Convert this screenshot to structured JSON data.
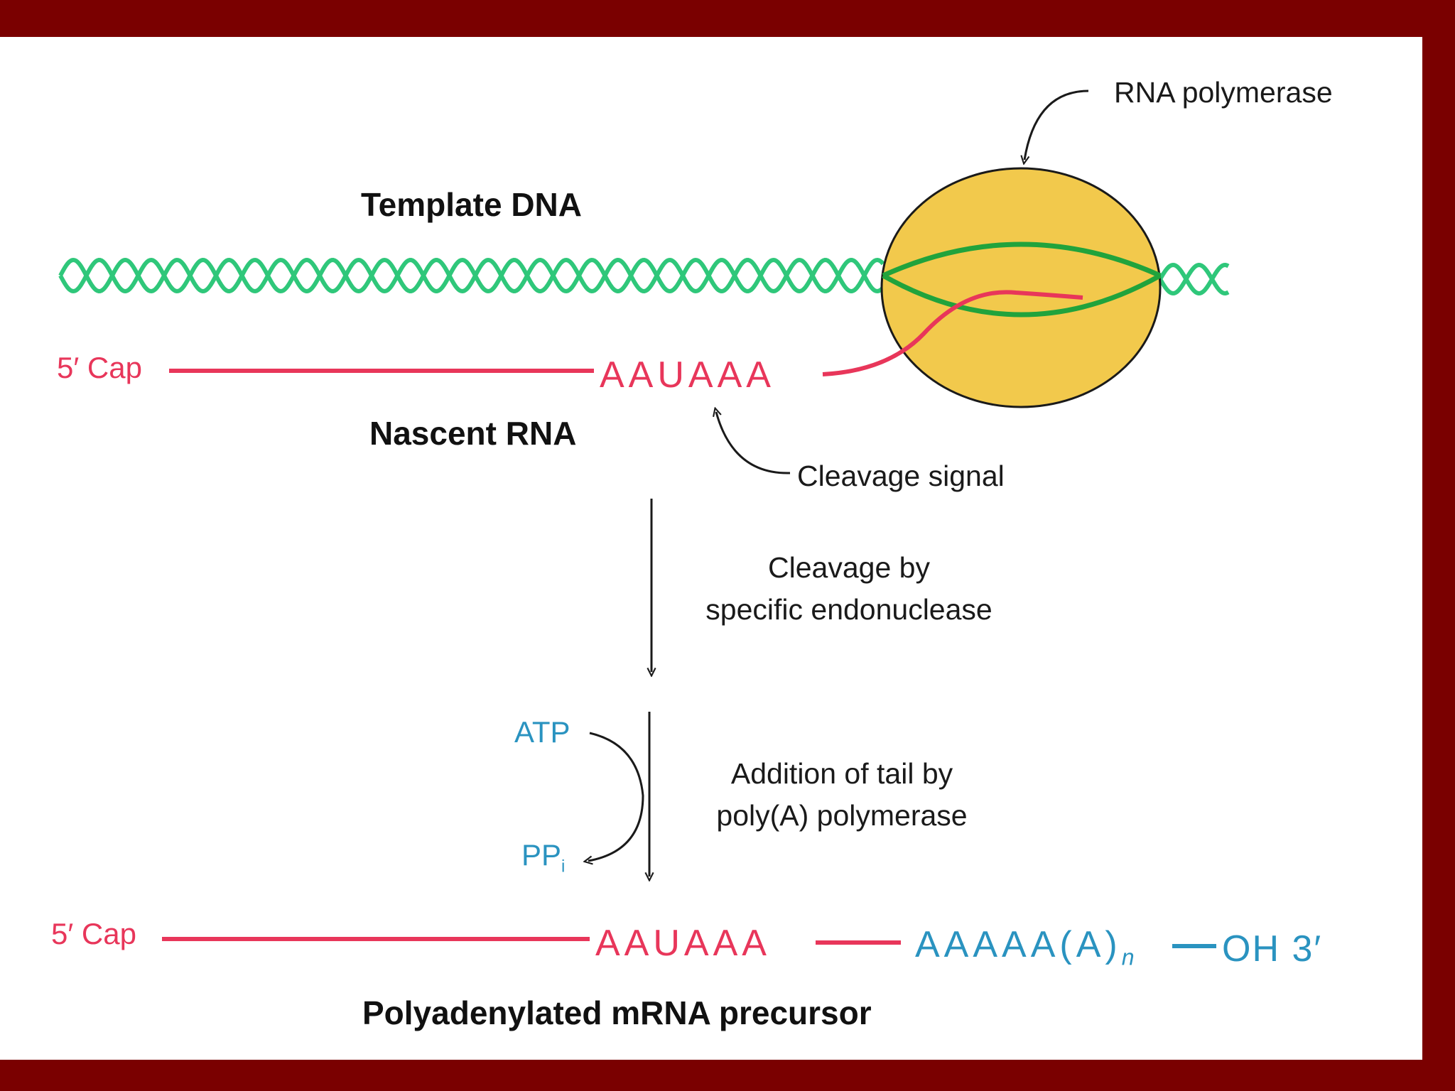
{
  "colors": {
    "frame": "#7a0000",
    "panel": "#ffffff",
    "dna": "#2fc77a",
    "rna": "#e8365a",
    "tail": "#2a93c0",
    "polymerase_fill": "#f2c94c",
    "polymerase_strand": "#21a33c",
    "text": "#1a1a1a"
  },
  "labels": {
    "rna_polymerase": "RNA polymerase",
    "template_dna": "Template DNA",
    "cap_top": "5′ Cap",
    "signal_top": "AAUAAA",
    "nascent_rna": "Nascent RNA",
    "cleavage_signal": "Cleavage signal",
    "step1_line1": "Cleavage by",
    "step1_line2": "specific endonuclease",
    "atp": "ATP",
    "ppi": "PP",
    "ppi_sub": "i",
    "step2_line1": "Addition of tail by",
    "step2_line2": "poly(A) polymerase",
    "cap_bottom": "5′ Cap",
    "signal_bottom": "AAUAAA",
    "tail_seq": "AAAAA(A)",
    "tail_sub": "n",
    "oh_end": "OH 3′",
    "product": "Polyadenylated mRNA precursor"
  },
  "icons": {
    "polymerase": "rna-polymerase-ellipse",
    "dna": "double-helix",
    "arrows": "down-arrow"
  }
}
